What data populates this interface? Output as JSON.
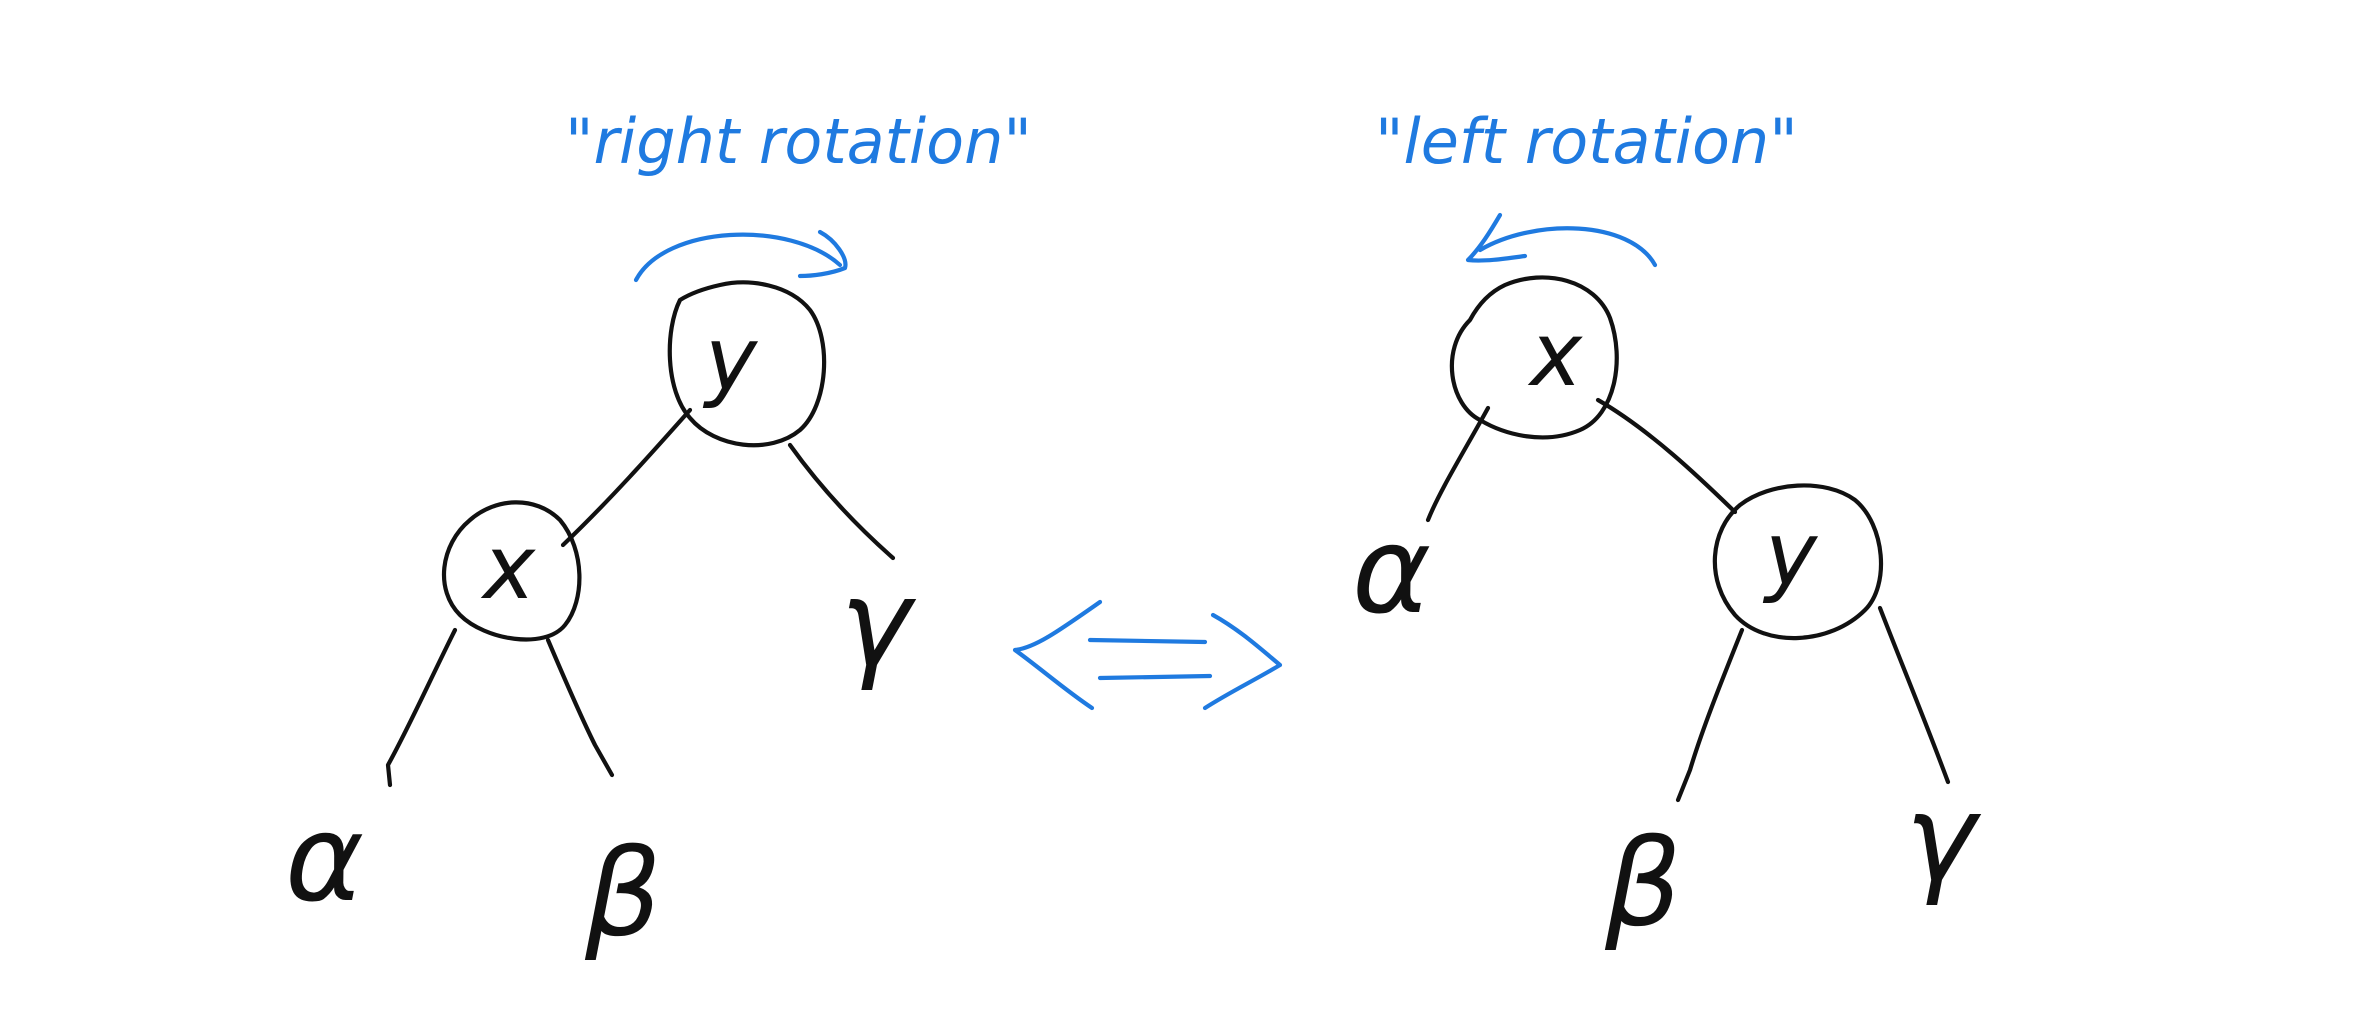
{
  "colors": {
    "ink": "#111111",
    "accent": "#1f7ae0",
    "background": "#ffffff"
  },
  "captions": {
    "right_rotation": "\"right rotation\"",
    "left_rotation": "\"left rotation\""
  },
  "left_tree": {
    "root": "y",
    "child": "x",
    "subtrees": {
      "alpha": "α",
      "beta": "β",
      "gamma": "γ"
    }
  },
  "right_tree": {
    "root": "x",
    "child": "y",
    "subtrees": {
      "alpha": "α",
      "beta": "β",
      "gamma": "γ"
    }
  },
  "icons": {
    "transform": "double-arrow-icon",
    "right_rotation_arrow": "curved-arrow-right-icon",
    "left_rotation_arrow": "curved-arrow-left-icon"
  }
}
